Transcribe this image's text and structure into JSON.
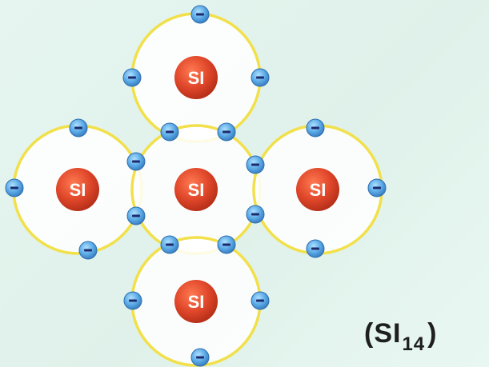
{
  "diagram": {
    "atoms": [
      {
        "id": "top",
        "label": "SI"
      },
      {
        "id": "left",
        "label": "SI"
      },
      {
        "id": "center",
        "label": "SI"
      },
      {
        "id": "right",
        "label": "SI"
      },
      {
        "id": "bottom",
        "label": "SI"
      }
    ],
    "electron_symbol": "−",
    "formula": {
      "open": "(",
      "symbol": "SI",
      "subscript": "14",
      "close": ")"
    }
  },
  "colors": {
    "background": "#dff1ea",
    "orbit": "#f2e04a",
    "orbit_fill": "#ffffff",
    "nucleus": "#d93a1e",
    "nucleus_text": "#ffffff",
    "electron": "#4a9ee0",
    "electron_symbol": "#1e2c6e"
  }
}
